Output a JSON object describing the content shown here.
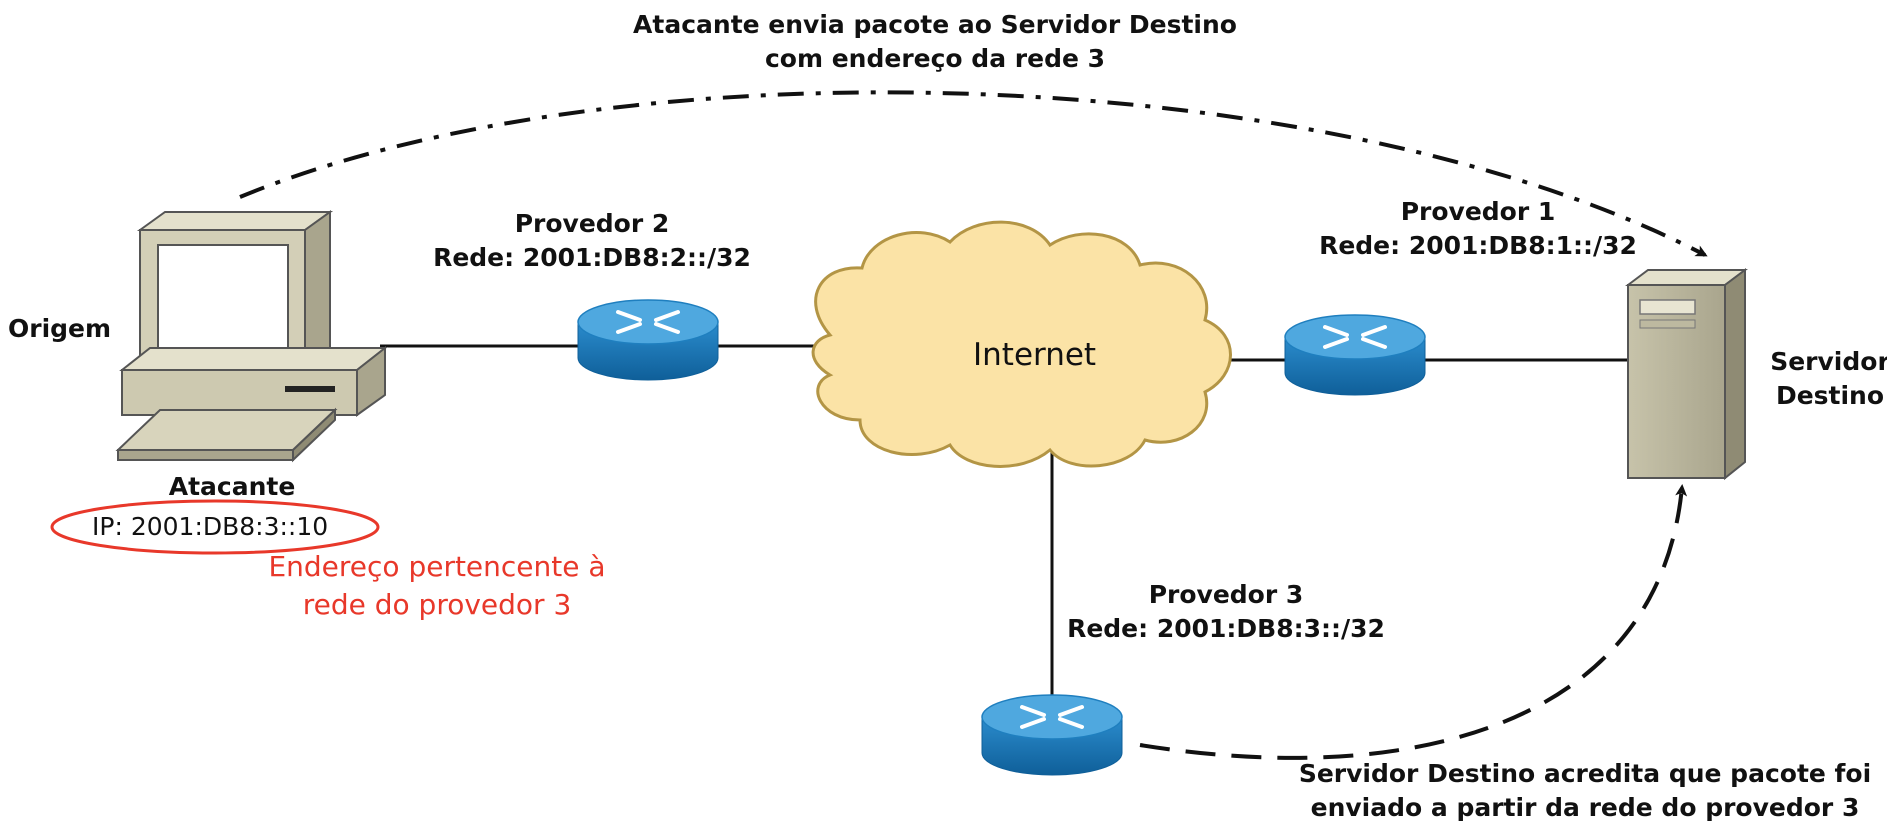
{
  "top_arrow": {
    "line1": "Atacante envia pacote ao Servidor Destino",
    "line2": "com endereço da rede 3"
  },
  "origin": {
    "label": "Origem"
  },
  "attacker": {
    "name": "Atacante",
    "ip": "IP: 2001:DB8:3::10",
    "note_line1": "Endereço pertencente à",
    "note_line2": "rede do provedor 3"
  },
  "provider2": {
    "name": "Provedor 2",
    "network": "Rede: 2001:DB8:2::/32"
  },
  "provider1": {
    "name": "Provedor 1",
    "network": "Rede: 2001:DB8:1::/32"
  },
  "provider3": {
    "name": "Provedor 3",
    "network": "Rede: 2001:DB8:3::/32"
  },
  "internet": {
    "label": "Internet"
  },
  "server": {
    "line1": "Servidor",
    "line2": "Destino"
  },
  "bottom_arrow": {
    "line1": "Servidor Destino acredita que pacote foi",
    "line2": "enviado a partir da rede do provedor 3"
  },
  "colors": {
    "router_top": "#4fa8df",
    "router_side": "#1f7fbf",
    "cloud_fill": "#fbe3a6",
    "cloud_stroke": "#b39545",
    "device_beige": "#cdc9b0",
    "note_red": "#e8382a"
  }
}
